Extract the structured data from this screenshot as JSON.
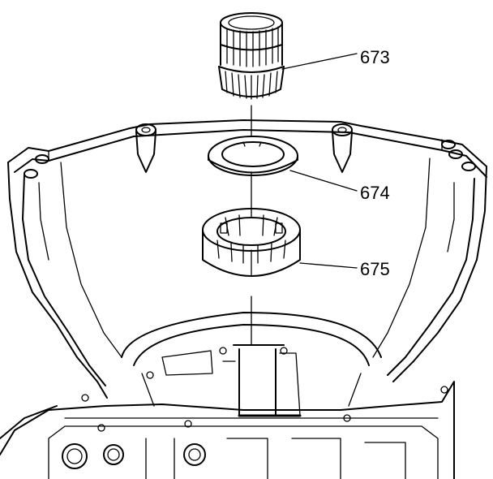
{
  "callouts": [
    {
      "id": "673",
      "label": "673"
    },
    {
      "id": "674",
      "label": "674"
    },
    {
      "id": "675",
      "label": "675"
    }
  ]
}
